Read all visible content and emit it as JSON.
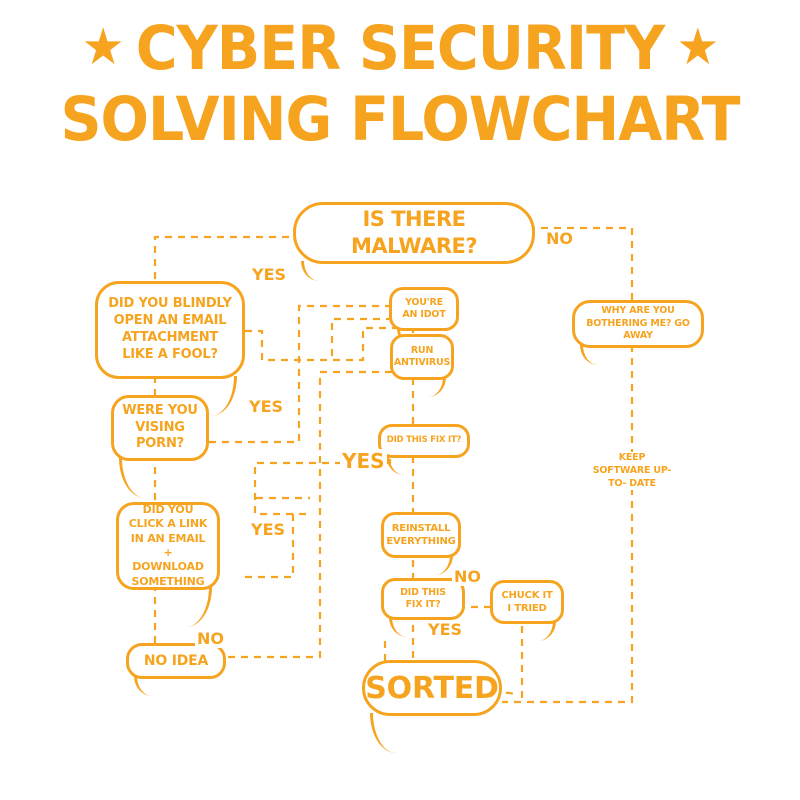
{
  "title": {
    "star": "★",
    "line1": "CYBER SECURITY",
    "line2": "SOLVING FLOWCHART"
  },
  "colors": {
    "accent": "#F6A41F",
    "background": "#FFFFFF"
  },
  "nodes": [
    {
      "id": "is-there-malware",
      "label": "IS THERE MALWARE?"
    },
    {
      "id": "blindly-open",
      "label": "DID YOU BLINDLY OPEN AN EMAIL ATTACHMENT LIKE A FOOL?"
    },
    {
      "id": "youre-an-idot",
      "label": "YOU'RE AN IDOT"
    },
    {
      "id": "run-antivirus",
      "label": "RUN ANTIVIRUS"
    },
    {
      "id": "why-bothering-me",
      "label": "WHY ARE YOU BOTHERING ME? GO AWAY"
    },
    {
      "id": "were-you-vising-porn",
      "label": "WERE YOU VISING PORN?"
    },
    {
      "id": "did-this-fix-it-1",
      "label": "DID THIS FIX IT?"
    },
    {
      "id": "keep-software-up-to-date",
      "label": "KEEP SOFTWARE UP- TO- DATE"
    },
    {
      "id": "did-you-click-a-link",
      "label": "DID YOU CLICK A LINK IN AN EMAIL + DOWNLOAD SOMETHING"
    },
    {
      "id": "reinstall-everything",
      "label": "REINSTALL EVERYTHING"
    },
    {
      "id": "did-this-fix-it-2",
      "label": "DID THIS FIX IT?"
    },
    {
      "id": "chuck-it-i-tried",
      "label": "CHUCK IT I TRIED"
    },
    {
      "id": "no-idea",
      "label": "NO IDEA"
    },
    {
      "id": "sorted",
      "label": "SORTED"
    }
  ],
  "edge_labels": [
    {
      "text": "YES"
    },
    {
      "text": "NO"
    },
    {
      "text": "YES"
    },
    {
      "text": "YES"
    },
    {
      "text": "YES"
    },
    {
      "text": "NO"
    },
    {
      "text": "YES"
    },
    {
      "text": "NO"
    }
  ]
}
